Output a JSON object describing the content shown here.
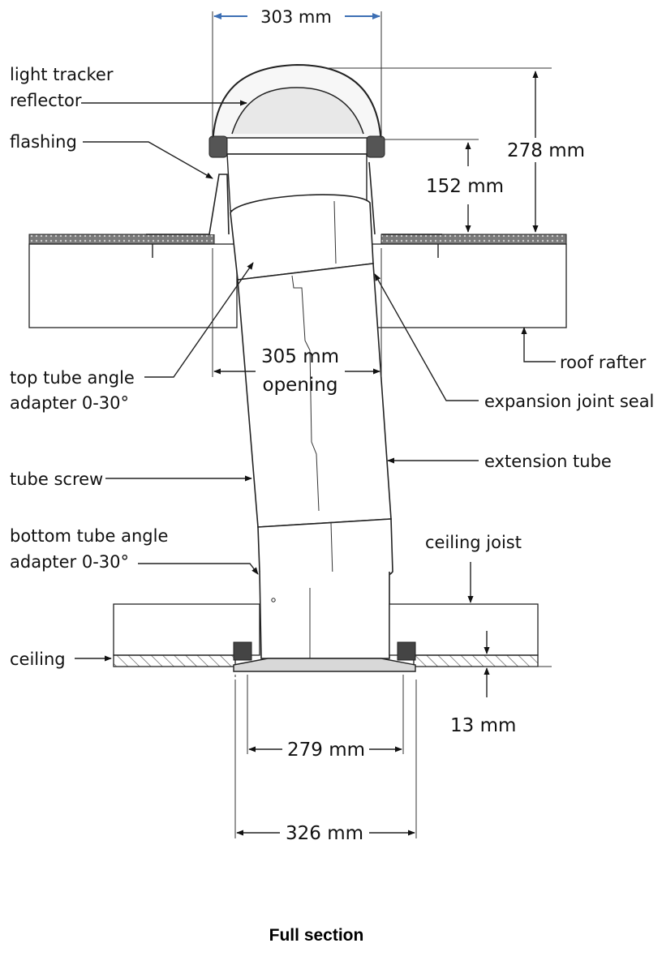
{
  "labels": {
    "reflector": "light tracker\nreflector",
    "flashing": "flashing",
    "top_adapter": "top tube angle\nadapter 0-30°",
    "tube_screw": "tube screw",
    "bottom_adapter": "bottom tube angle\nadapter 0-30°",
    "ceiling": "ceiling",
    "roof_rafter": "roof rafter",
    "expansion_seal": "expansion joint seal",
    "extension_tube": "extension tube",
    "ceiling_joist": "ceiling joist"
  },
  "dimensions": {
    "dome_width": "303 mm",
    "total_height": "278 mm",
    "dome_height": "152 mm",
    "opening": "305 mm\nopening",
    "ceiling_thickness": "13 mm",
    "inner_width": "279 mm",
    "outer_width": "326 mm"
  },
  "caption": "Full section",
  "colors": {
    "dome_arrow": "#3d6fb4",
    "line": "#222222",
    "hatch": "#555555",
    "roof_band": "#6a6a6a"
  }
}
